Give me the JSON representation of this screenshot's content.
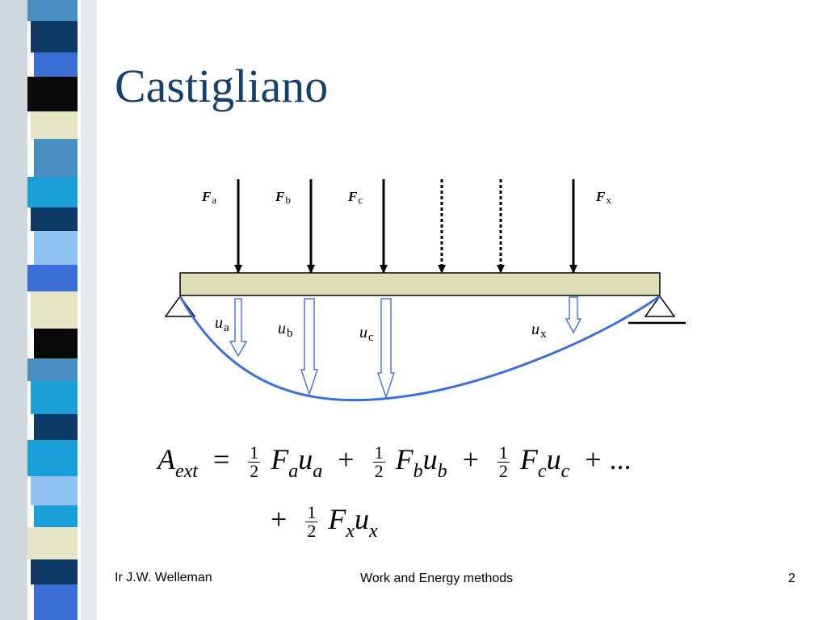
{
  "title": "Castigliano",
  "diagram": {
    "forces": [
      {
        "symbol": "F",
        "sub": "a"
      },
      {
        "symbol": "F",
        "sub": "b"
      },
      {
        "symbol": "F",
        "sub": "c"
      },
      {
        "symbol": "F",
        "sub": "x"
      }
    ],
    "displacements": [
      {
        "symbol": "u",
        "sub": "a"
      },
      {
        "symbol": "u",
        "sub": "b"
      },
      {
        "symbol": "u",
        "sub": "c"
      },
      {
        "symbol": "u",
        "sub": "x"
      }
    ]
  },
  "equation": {
    "lhs": "A",
    "lhs_sub": "ext",
    "eq": "=",
    "half_num": "1",
    "half_den": "2",
    "plus": "+",
    "ellipsis": "...",
    "terms": [
      {
        "F": "F",
        "F_sub": "a",
        "u": "u",
        "u_sub": "a"
      },
      {
        "F": "F",
        "F_sub": "b",
        "u": "u",
        "u_sub": "b"
      },
      {
        "F": "F",
        "F_sub": "c",
        "u": "u",
        "u_sub": "c"
      },
      {
        "F": "F",
        "F_sub": "x",
        "u": "u",
        "u_sub": "x"
      }
    ]
  },
  "footer": {
    "author": "Ir J.W. Welleman",
    "course": "Work and Energy methods",
    "page_number": "2"
  },
  "colors": {
    "title": "#16406e",
    "beam_fill": "#deddb8",
    "deflection_curve": "#3a6fe0",
    "displacement_arrow": "#4a78d8"
  }
}
